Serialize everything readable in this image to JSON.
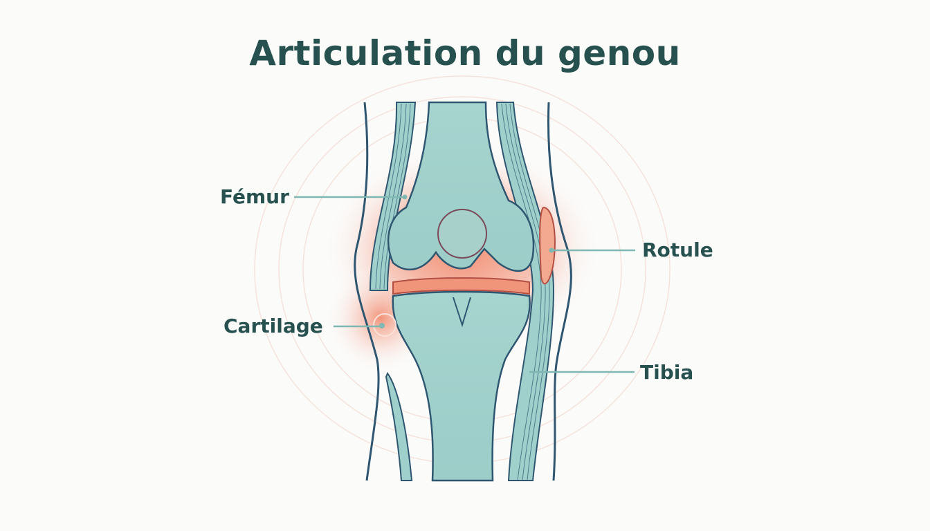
{
  "title": "Articulation du genou",
  "labels": {
    "femur": "Fémur",
    "rotule": "Rotule",
    "cartilage": "Cartilage",
    "tibia": "Tibia"
  },
  "colors": {
    "title": "#27514f",
    "bone_fill": "#9fd0cb",
    "outline": "#2e5670",
    "inflammation": "#f07a5a",
    "leader_line": "#7fb8b3"
  }
}
